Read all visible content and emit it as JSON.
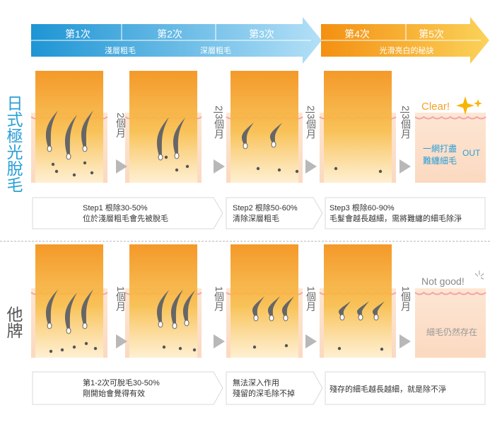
{
  "banner": {
    "stages": [
      {
        "label": "第1次",
        "color": "#2a9fd8"
      },
      {
        "label": "第2次",
        "color": "#56b7e6"
      },
      {
        "label": "第3次",
        "color": "#8fd0f2"
      },
      {
        "label": "第4次",
        "color": "#f39a12"
      },
      {
        "label": "第5次",
        "color": "#f8c240"
      }
    ],
    "sub_labels": {
      "shallow": "淺層粗毛",
      "deep": "深層粗毛",
      "smooth": "光滑亮白的秘訣"
    }
  },
  "rows": {
    "top": {
      "label": "日式極光脫毛",
      "label_color": "#2a9fd8",
      "intervals": [
        {
          "text": "2個月"
        },
        {
          "text": "2|3個月"
        },
        {
          "text": "2|3個月"
        },
        {
          "text": "2|3個月"
        }
      ],
      "result": {
        "badge": "Clear!",
        "line1": "一網打盡",
        "line2": "難纏細毛",
        "out": "OUT"
      },
      "steps": [
        {
          "line1": "Step1 根除30-50%",
          "line2": "位於淺層粗毛會先被脫毛"
        },
        {
          "line1": "Step2 根除50-60%",
          "line2": "清除深層粗毛"
        },
        {
          "line1": "Step3 根除60-90%",
          "line2": "毛髮會越長越細，需將難纏的細毛除淨"
        }
      ]
    },
    "bottom": {
      "label": "他牌",
      "label_color": "#555555",
      "intervals": [
        {
          "text": "1個月"
        },
        {
          "text": "1個月"
        },
        {
          "text": "1個月"
        },
        {
          "text": "1個月"
        }
      ],
      "result": {
        "badge": "Not good!",
        "line1": "細毛仍然存在"
      },
      "steps": [
        {
          "line1": "第1-2次可脫毛30-50%",
          "line2": "剛開始會覺得有效"
        },
        {
          "line1": "無法深入作用",
          "line2": "殘留的深毛除不掉"
        },
        {
          "line1": "殘存的細毛越長越細，就是除不淨",
          "line2": ""
        }
      ]
    }
  }
}
